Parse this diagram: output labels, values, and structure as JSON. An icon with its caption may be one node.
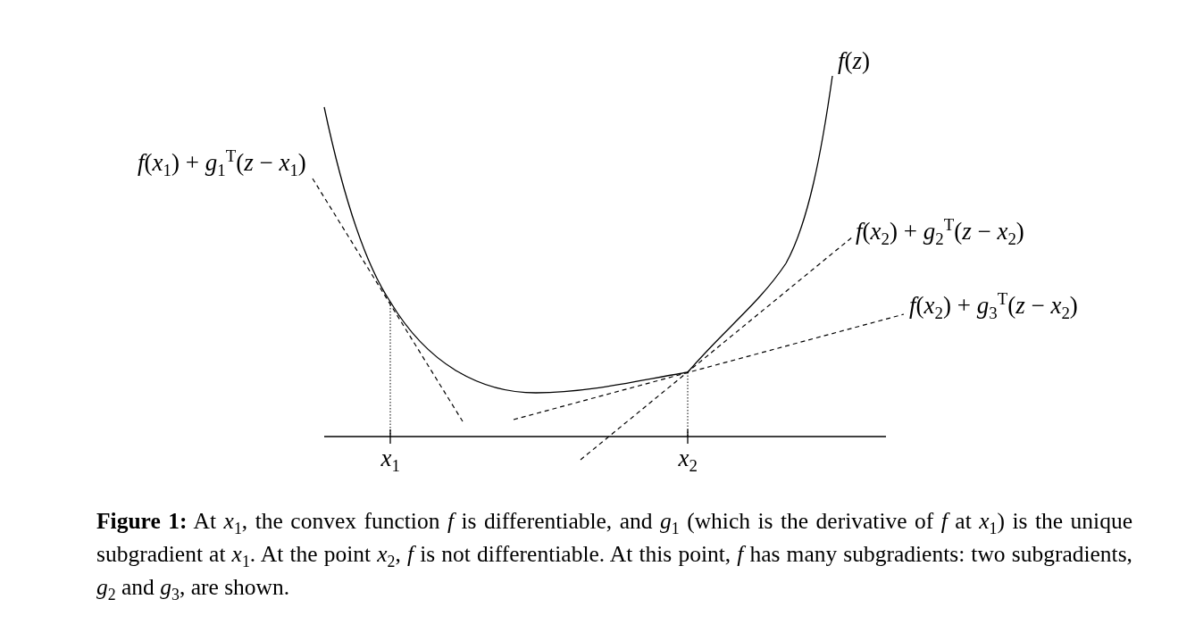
{
  "diagram": {
    "labels": [
      "*f*(*z*)",
      "*f*(*x*$_{1}$) + *g*$_{1}$$^{T}$(*z* − *x*$_{1}$)",
      "*f*(*x*$_{2}$) + *g*$_{2}$$^{T}$(*z* − *x*$_{2}$)",
      "*f*(*x*$_{2}$) + *g*$_{3}$$^{T}$(*z* − *x*$_{2}$)",
      "*x*$_{1}$",
      "*x*$_{2}$"
    ],
    "caption": "**Figure 1:** At *x*$_{1}$, the convex function *f* is differentiable, and *g*$_{1}$ (which is the derivative of *f* at *x*$_{1}$) is the unique subgradient at *x*$_{1}$. At the point *x*$_{2}$, *f* is not differentiable. At this point, *f* has many subgradients: two subgradients, *g*$_{2}$ and *g*$_{3}$, are shown."
  }
}
